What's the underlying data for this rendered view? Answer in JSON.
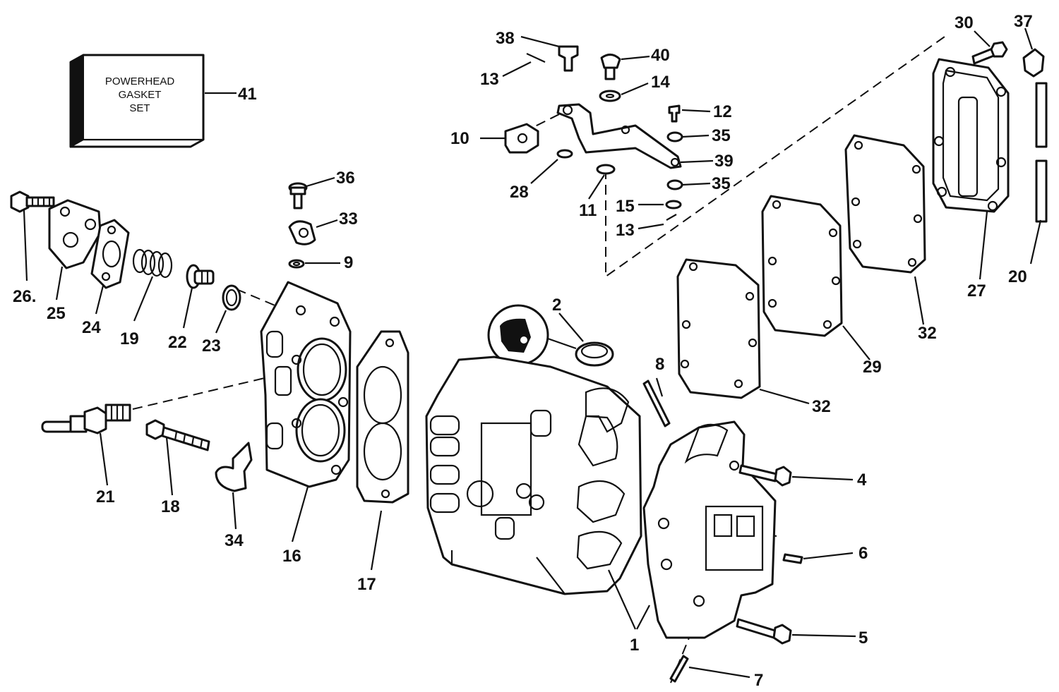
{
  "kit_box": {
    "lines": [
      "POWERHEAD",
      "GASKET",
      "SET"
    ]
  },
  "callouts": {
    "c1": "1",
    "c2": "2",
    "c4": "4",
    "c5": "5",
    "c6": "6",
    "c7": "7",
    "c8": "8",
    "c9": "9",
    "c10": "10",
    "c11": "11",
    "c12": "12",
    "c13a": "13",
    "c13b": "13",
    "c14": "14",
    "c15": "15",
    "c16": "16",
    "c17": "17",
    "c18": "18",
    "c19": "19",
    "c20": "20",
    "c21": "21",
    "c22": "22",
    "c23": "23",
    "c24": "24",
    "c25": "25",
    "c26": "26.",
    "c27": "27",
    "c28": "28",
    "c29": "29",
    "c30": "30",
    "c32a": "32",
    "c32b": "32",
    "c33": "33",
    "c34": "34",
    "c35a": "35",
    "c35b": "35",
    "c36": "36",
    "c37": "37",
    "c38": "38",
    "c39": "39",
    "c40": "40",
    "c41": "41"
  }
}
